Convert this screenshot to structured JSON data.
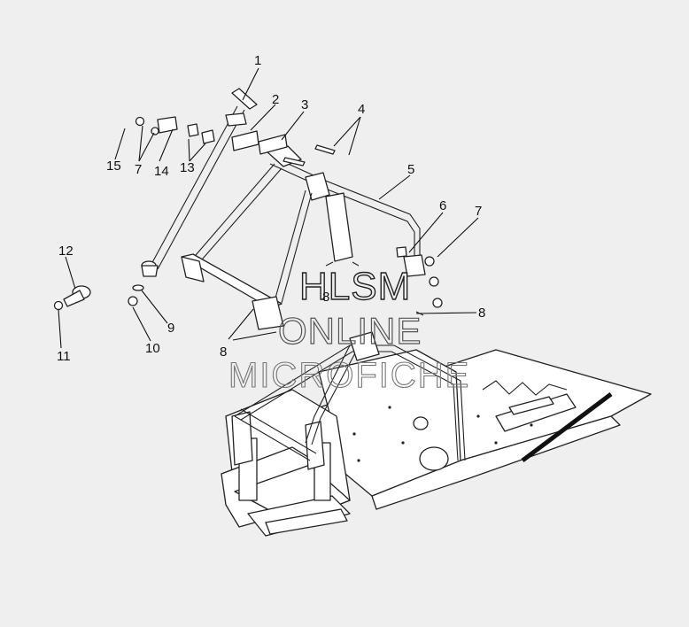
{
  "diagram": {
    "callouts": [
      {
        "id": "c1",
        "label": "1"
      },
      {
        "id": "c2",
        "label": "2"
      },
      {
        "id": "c3",
        "label": "3"
      },
      {
        "id": "c4",
        "label": "4"
      },
      {
        "id": "c5",
        "label": "5"
      },
      {
        "id": "c6",
        "label": "6"
      },
      {
        "id": "c7a",
        "label": "7"
      },
      {
        "id": "c7b",
        "label": "7"
      },
      {
        "id": "c8a",
        "label": "8"
      },
      {
        "id": "c8b",
        "label": "8"
      },
      {
        "id": "c8c",
        "label": "8"
      },
      {
        "id": "c9",
        "label": "9"
      },
      {
        "id": "c10",
        "label": "10"
      },
      {
        "id": "c11",
        "label": "11"
      },
      {
        "id": "c12",
        "label": "12"
      },
      {
        "id": "c13",
        "label": "13"
      },
      {
        "id": "c14",
        "label": "14"
      },
      {
        "id": "c15",
        "label": "15"
      }
    ],
    "watermark": {
      "line1": "HLSM",
      "line2": "ONLINE",
      "line3": "MICROFICHE"
    }
  }
}
